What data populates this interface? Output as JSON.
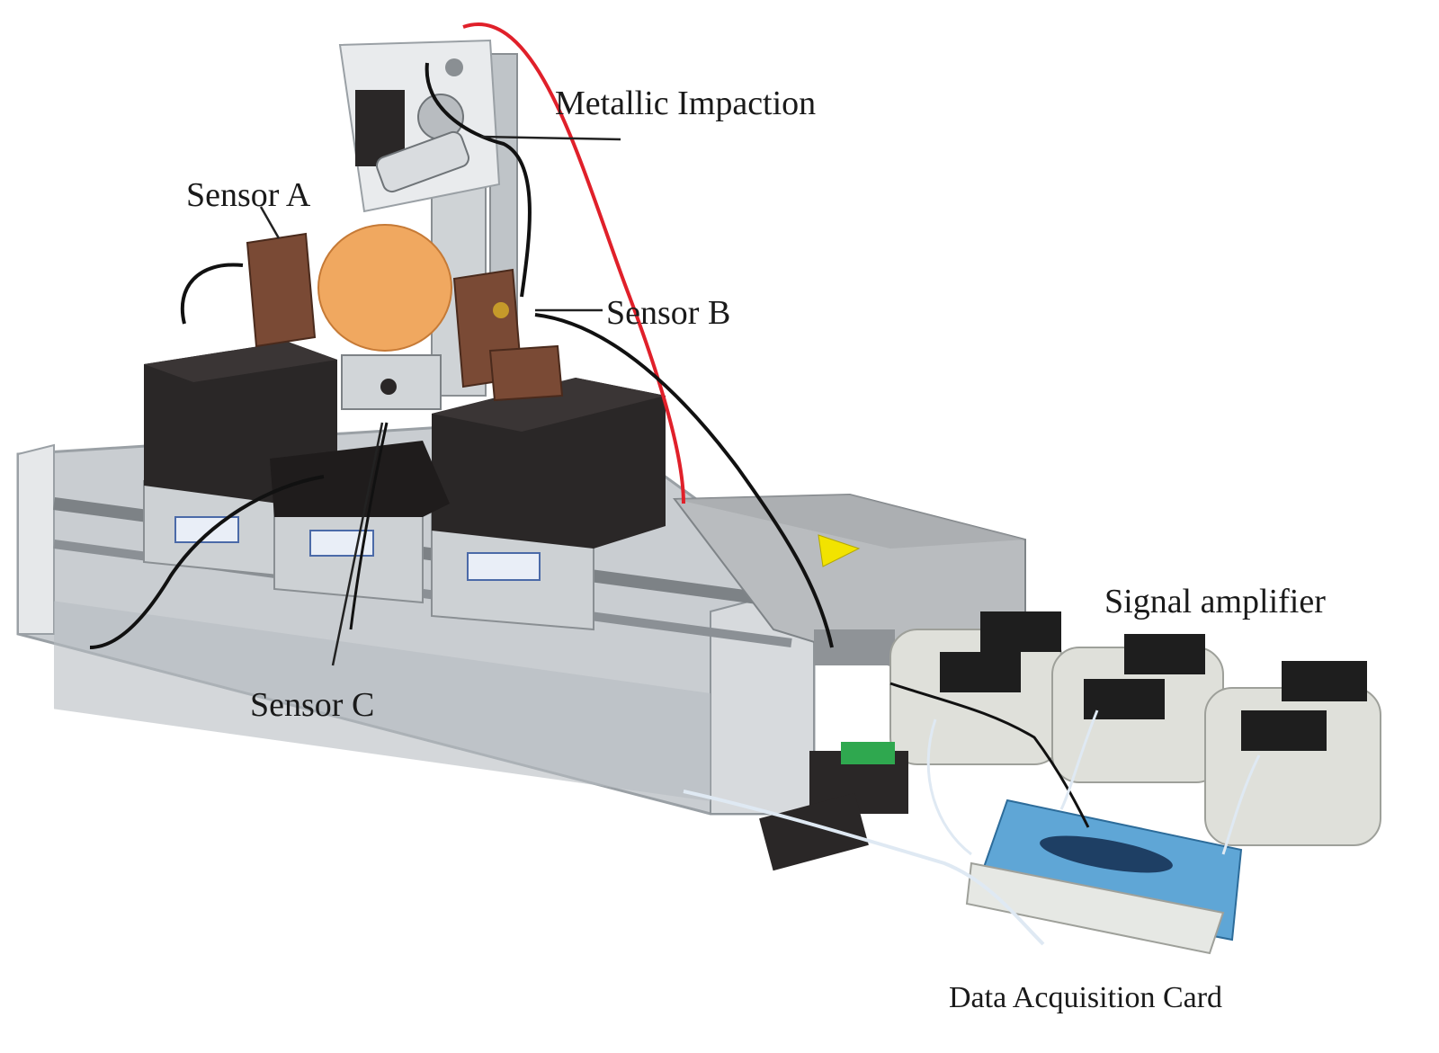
{
  "figure": {
    "labels": {
      "metallic_impaction": "Metallic Impaction",
      "sensor_a": "Sensor A",
      "sensor_b": "Sensor B",
      "sensor_c": "Sensor C",
      "signal_amplifier": "Signal amplifier",
      "data_acquisition_card": "Data Acquisition Card"
    },
    "colors": {
      "background": "#ffffff",
      "egg": "#f0a860",
      "foam_block": "#2a2727",
      "sensor_holder": "#7a4a35",
      "metal_frame": "#c9cdd1",
      "daq_card": "#5fa6d6",
      "amplifier_body": "#dfe0da",
      "red_wire": "#e0202a",
      "warning_triangle": "#f2e300"
    }
  }
}
